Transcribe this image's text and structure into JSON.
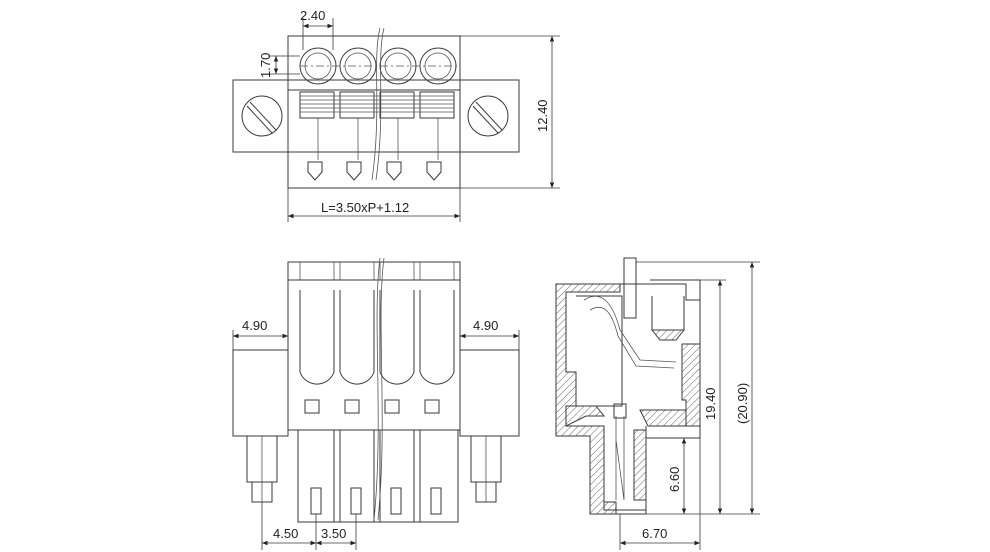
{
  "dimensions": {
    "top_pitch": "2.40",
    "top_offset": "1.70",
    "top_height": "12.40",
    "length_formula": "L=3.50xP+1.12",
    "front_left_flange": "4.90",
    "front_right_flange": "4.90",
    "front_bottom_offset": "4.50",
    "front_bottom_pitch": "3.50",
    "side_height": "19.40",
    "side_height_ref": "(20.90)",
    "side_lower_height": "6.60",
    "side_width": "6.70"
  },
  "colors": {
    "line": "#3a3a3a",
    "hatch": "#666666"
  }
}
